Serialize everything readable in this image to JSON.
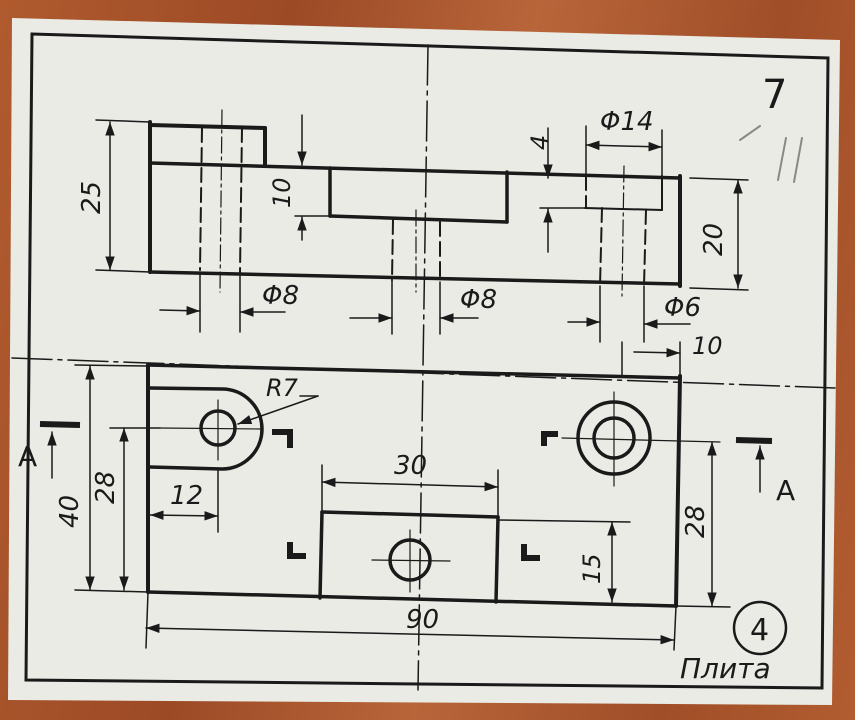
{
  "sheet": {
    "corner_number": "7",
    "title": "Плита",
    "part_number": "4"
  },
  "dimensions": {
    "height_25": "25",
    "depth_10": "10",
    "dia_8_left": "Φ8",
    "dia_8_center": "Φ8",
    "dia_14": "Φ14",
    "depth_4": "4",
    "height_20": "20",
    "dia_6": "Φ6",
    "width_10": "10",
    "radius_7": "R7",
    "total_40": "40",
    "height_28_left": "28",
    "width_12": "12",
    "width_30": "30",
    "height_15": "15",
    "height_28_right": "28",
    "total_90": "90"
  },
  "section": {
    "label_left": "A",
    "label_right": "A"
  }
}
